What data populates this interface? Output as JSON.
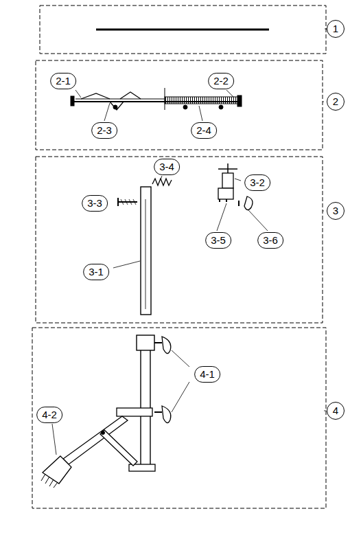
{
  "diagram": {
    "labels": [
      "1",
      "2-1",
      "2-2",
      "2",
      "2-3",
      "2-4",
      "3-4",
      "3-2",
      "3",
      "3-3",
      "3-5",
      "3-6",
      "3-1",
      "4-1",
      "4",
      "4-2"
    ]
  }
}
